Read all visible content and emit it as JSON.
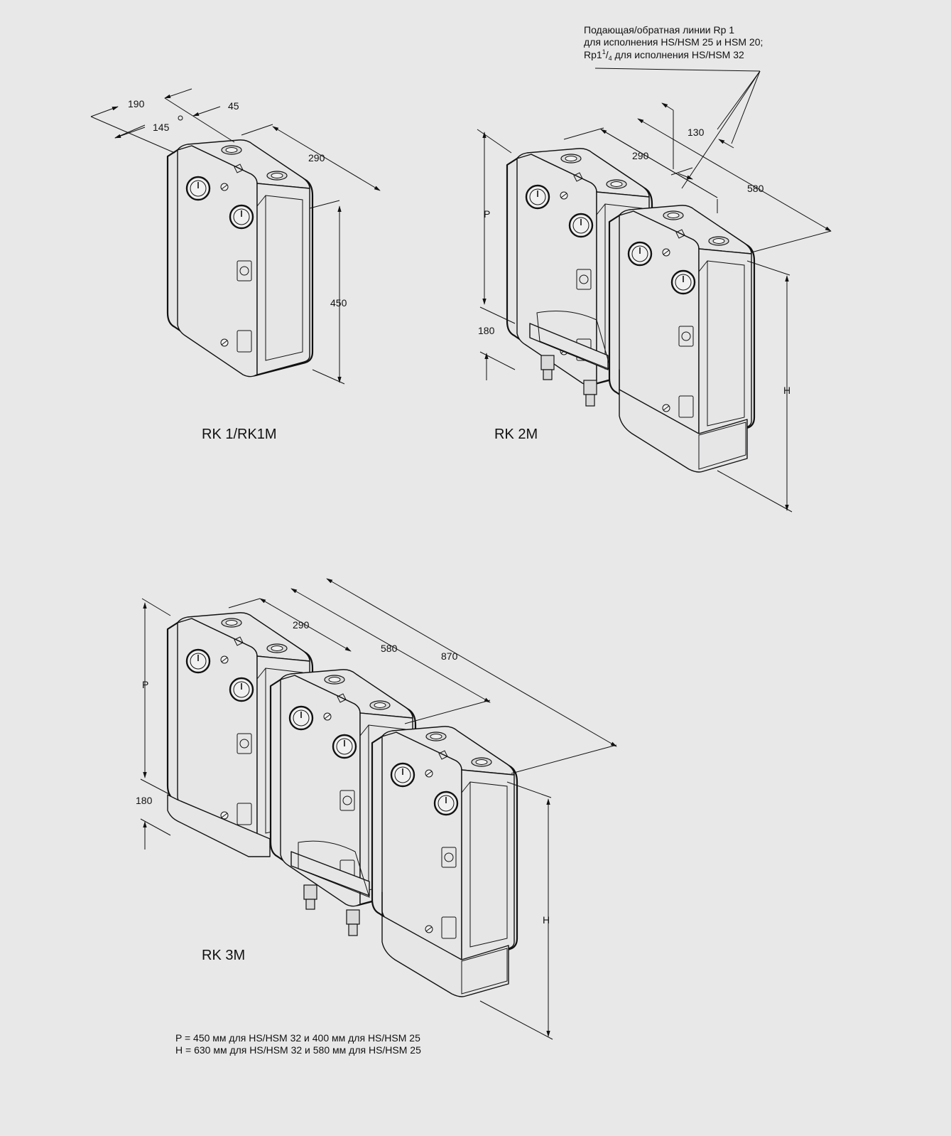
{
  "pipe_note": {
    "line1": "Подающая/обратная линии Rp 1",
    "line2": "для исполнения HS/HSM 25 и HSM 20;",
    "line3_prefix": "Rp1",
    "line3_sup": "1",
    "line3_slash": "/",
    "line3_sub": "4",
    "line3_suffix": " для исполнения HS/HSM 32"
  },
  "rk1": {
    "title": "RK 1/RK1M",
    "dim_190": "190",
    "dim_45": "45",
    "dim_145": "145",
    "dim_290": "290",
    "dim_450": "450"
  },
  "rk2": {
    "title": "RK 2M",
    "dim_130": "130",
    "dim_290": "290",
    "dim_580": "580",
    "dim_p": "P",
    "dim_180": "180",
    "dim_h": "H"
  },
  "rk3": {
    "title": "RK 3M",
    "dim_290": "290",
    "dim_580": "580",
    "dim_870": "870",
    "dim_p": "P",
    "dim_180": "180",
    "dim_h": "H"
  },
  "footnote": {
    "line1": "P = 450 мм для HS/HSM 32 и 400 мм для HS/HSM 25",
    "line2": "H = 630 мм для HS/HSM 32 и 580 мм для HS/HSM 25"
  }
}
